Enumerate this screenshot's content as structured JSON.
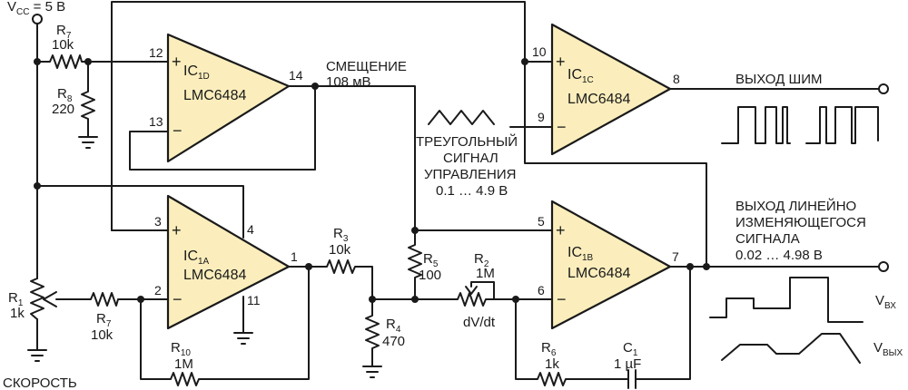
{
  "supply": {
    "main": "V",
    "sub": "CC",
    "rest": " = 5 В"
  },
  "opamps": [
    {
      "id": "ic1d",
      "pre": "IC",
      "sub": "1D",
      "part": "LMC6484"
    },
    {
      "id": "ic1a",
      "pre": "IC",
      "sub": "1A",
      "part": "LMC6484"
    },
    {
      "id": "ic1c",
      "pre": "IC",
      "sub": "1C",
      "part": "LMC6484"
    },
    {
      "id": "ic1b",
      "pre": "IC",
      "sub": "1B",
      "part": "LMC6484"
    }
  ],
  "pins": {
    "d_plus": "12",
    "d_minus": "13",
    "d_out": "14",
    "a_plus": "3",
    "a_minus": "2",
    "a_out": "1",
    "a_vcc": "4",
    "a_gnd": "11",
    "c_plus": "10",
    "c_minus": "9",
    "c_out": "8",
    "b_plus": "5",
    "b_minus": "6",
    "b_out": "7"
  },
  "signs": {
    "plus": "+",
    "minus": "−"
  },
  "components": {
    "r7_top": {
      "name": "R",
      "sub": "7",
      "value": "10k"
    },
    "r8": {
      "name": "R",
      "sub": "8",
      "value": "220"
    },
    "r1": {
      "name": "R",
      "sub": "1",
      "value": "1k"
    },
    "r7_left": {
      "name": "R",
      "sub": "7",
      "value": "10k"
    },
    "r10": {
      "name": "R",
      "sub": "10",
      "value": "1M"
    },
    "r3": {
      "name": "R",
      "sub": "3",
      "value": "10k"
    },
    "r5": {
      "name": "R",
      "sub": "5",
      "value": "100"
    },
    "r4": {
      "name": "R",
      "sub": "4",
      "value": "470"
    },
    "r2": {
      "name": "R",
      "sub": "2",
      "value": "1M"
    },
    "r6": {
      "name": "R",
      "sub": "6",
      "value": "1k"
    },
    "c1": {
      "name": "C",
      "sub": "1",
      "value": "1 µF"
    }
  },
  "labels": {
    "bias_title": "СМЕЩЕНИЕ",
    "bias_value": "108 мВ",
    "pwm_out": "ВЫХОД ШИМ",
    "tri_line1": "ТРЕУГОЛЬНЫЙ",
    "tri_line2": "СИГНАЛ",
    "tri_line3": "УПРАВЛЕНИЯ",
    "tri_range": "0.1 … 4.9 В",
    "ramp_line1": "ВЫХОД ЛИНЕЙНО",
    "ramp_line2": "ИЗМЕНЯЮЩЕГОСЯ",
    "ramp_line3": "СИГНАЛА",
    "ramp_range": "0.02 … 4.98 В",
    "dvdt": "dV/dt",
    "speed": "СКОРОСТЬ",
    "vin_main": "V",
    "vin_sub": "ВХ",
    "vout_main": "V",
    "vout_sub": "ВЫХ"
  }
}
